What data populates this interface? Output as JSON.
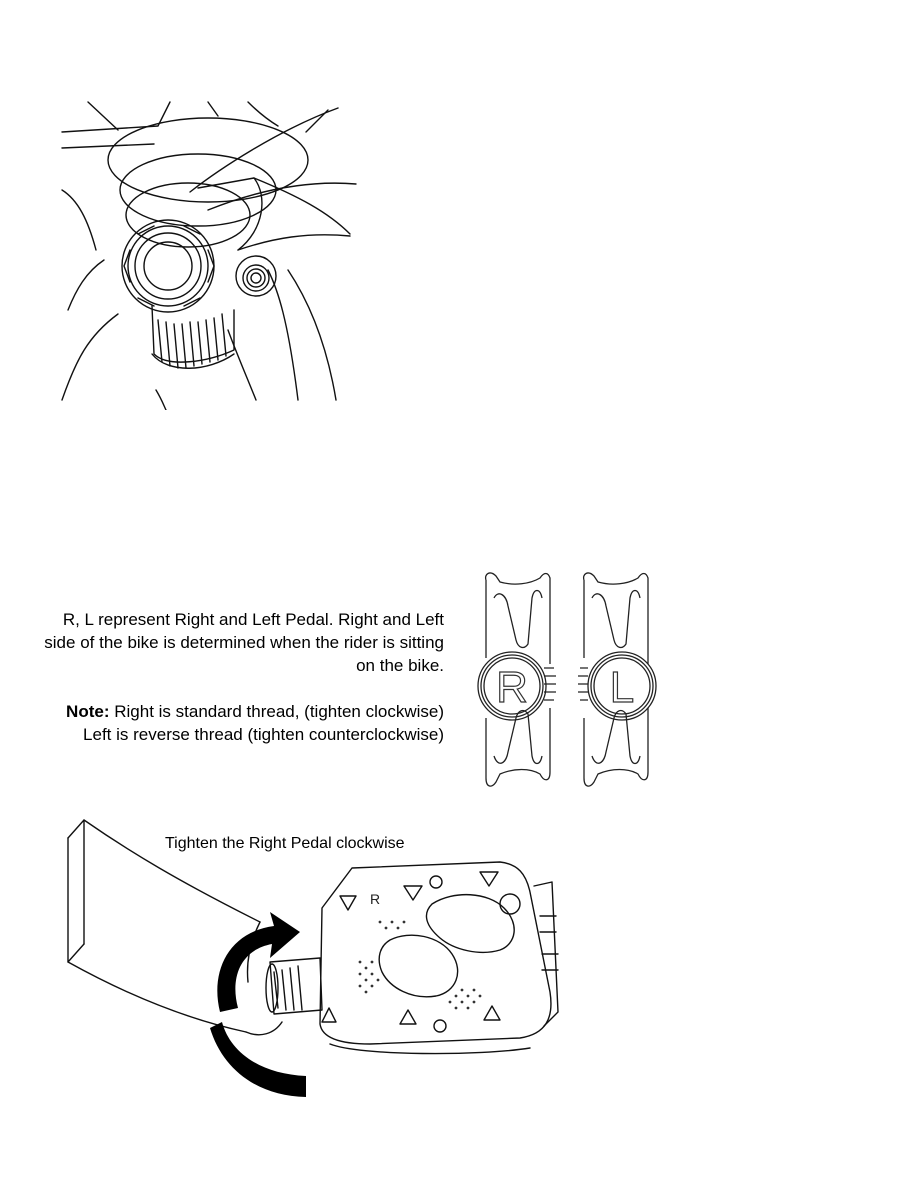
{
  "pedal_labels": {
    "right_text": "R, L represent Right and Left Pedal. Right and Left side of the bike is determined when the rider is sitting on the bike.",
    "note_label": "Note:",
    "note_right": "Right is standard thread, (tighten clockwise)",
    "note_left": "Left is reverse thread (tighten counterclockwise)",
    "r_letter": "R",
    "l_letter": "L"
  },
  "tighten_caption": "Tighten the Right Pedal clockwise",
  "pedal_mark": "R"
}
